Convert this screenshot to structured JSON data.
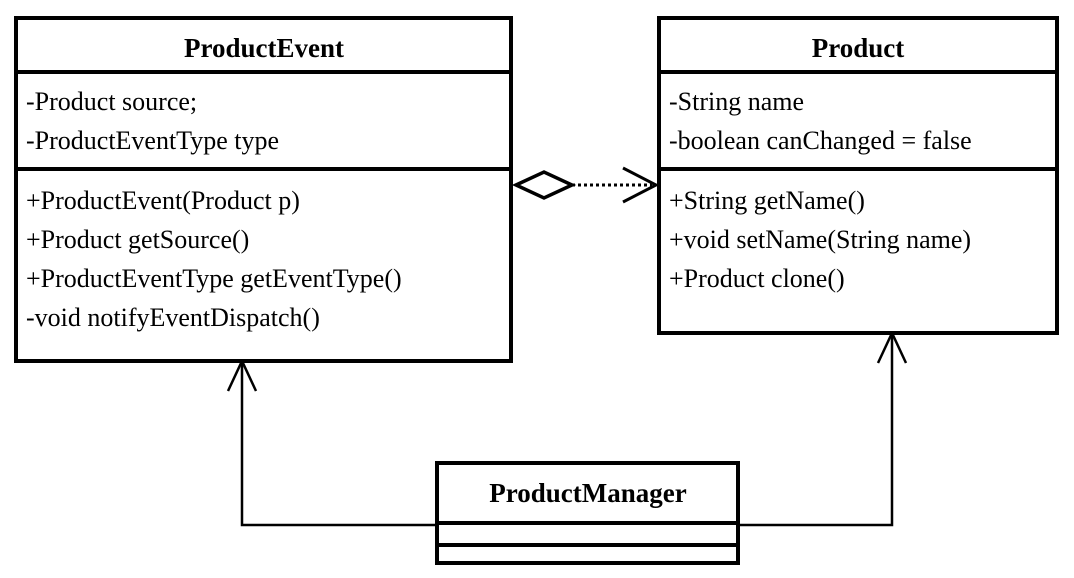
{
  "diagram": {
    "kind": "uml-class-diagram",
    "background_color": "#ffffff",
    "line_color": "#000000",
    "classes": [
      {
        "id": "product-event",
        "name": "ProductEvent",
        "attributes": [
          "-Product source;",
          "-ProductEventType type"
        ],
        "operations": [
          "+ProductEvent(Product p)",
          "+Product getSource()",
          "+ProductEventType getEventType()",
          "-void notifyEventDispatch()"
        ]
      },
      {
        "id": "product",
        "name": "Product",
        "attributes": [
          "-String name",
          "-boolean canChanged = false"
        ],
        "operations": [
          "+String getName()",
          "+void setName(String name)",
          "+Product clone()"
        ]
      },
      {
        "id": "product-manager",
        "name": "ProductManager",
        "attributes": [],
        "operations": []
      }
    ],
    "relationships": [
      {
        "id": "aggregation-productevent-product",
        "type": "aggregation",
        "source": "ProductEvent",
        "target": "Product",
        "line_style": "dotted",
        "source_decoration": "hollow-diamond",
        "target_decoration": "open-arrow"
      },
      {
        "id": "generalization-productmanager-productevent",
        "type": "generalization",
        "source": "ProductManager",
        "target": "ProductEvent",
        "line_style": "solid",
        "source_decoration": "none",
        "target_decoration": "open-arrow"
      },
      {
        "id": "generalization-productmanager-product",
        "type": "generalization",
        "source": "ProductManager",
        "target": "Product",
        "line_style": "solid",
        "source_decoration": "none",
        "target_decoration": "open-arrow"
      }
    ]
  }
}
